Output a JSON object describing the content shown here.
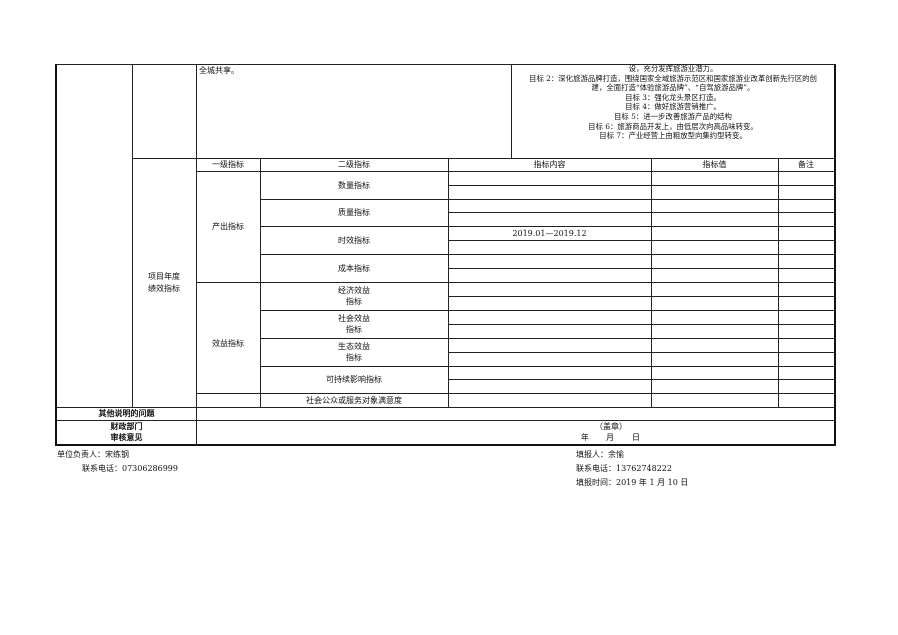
{
  "top_section": {
    "left_text": "全城共享。",
    "goals": [
      "设，充分发挥旅游业潜力。",
      "目标 2：深化旅游品牌打造，围绕国家全域旅游示范区和国家旅游业改革创新先行区的创",
      "建，全面打造“体验旅游品牌”、“自驾旅游品牌”。",
      "目标 3：强化龙头景区打造。",
      "目标 4：做好旅游营销推广。",
      "目标 5：进一步改善旅游产品的结构",
      "目标 6：旅游商品开发上，由低层次向高品味转变。",
      "目标 7：产业经营上由粗放型向集约型转变。"
    ]
  },
  "indicator_section": {
    "row_label": [
      "项目年度",
      "绩效指标"
    ],
    "headers": {
      "level1": "一级指标",
      "level2": "二级指标",
      "content": "指标内容",
      "value": "指标值",
      "remark": "备注"
    },
    "output_label": "产出指标",
    "benefit_label": "效益指标",
    "output_items": [
      "数量指标",
      "质量指标",
      "时效指标",
      "成本指标"
    ],
    "timeliness_content": "2019.01—2019.12",
    "benefit_items": [
      [
        "经济效益",
        "指标"
      ],
      [
        "社会效益",
        "指标"
      ],
      [
        "生态效益",
        "指标"
      ],
      [
        "可持续影响指标"
      ]
    ],
    "satisfaction_item": "社会公众或服务对象满意度"
  },
  "other_issues_label": "其他说明的问题",
  "finance": {
    "label_line1": "财政部门",
    "label_line2": "审核意见",
    "seal": "（盖章）",
    "date_year": "年",
    "date_month": "月",
    "date_day": "日"
  },
  "footer": {
    "unit_head": "单位负责人：宋练钢",
    "contact_left": "联系电话：07306286999",
    "filler": "填报人：余愉",
    "contact_right": "联系电话：13762748222",
    "fill_date": "填报时间：2019 年 1 月 10 日"
  }
}
